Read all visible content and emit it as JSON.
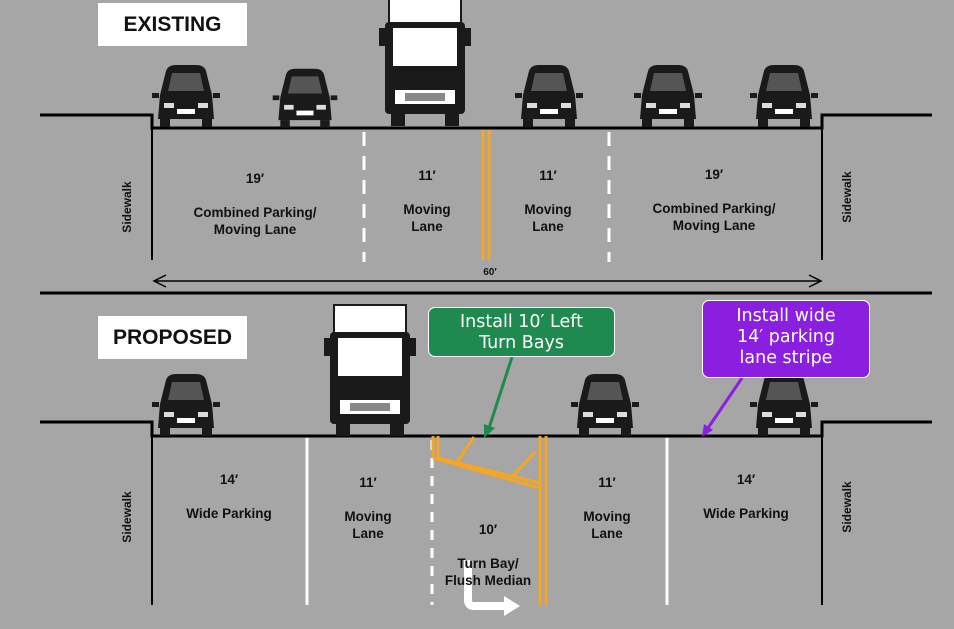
{
  "existing": {
    "title": "EXISTING",
    "sidewalk_left": "Sidewalk",
    "sidewalk_right": "Sidewalk",
    "lanes": [
      {
        "width": "19′",
        "name": "Combined Parking/\nMoving Lane"
      },
      {
        "width": "11′",
        "name": "Moving\nLane"
      },
      {
        "width": "11′",
        "name": "Moving\nLane"
      },
      {
        "width": "19′",
        "name": "Combined Parking/\nMoving Lane"
      }
    ],
    "total_width": "60′"
  },
  "proposed": {
    "title": "PROPOSED",
    "sidewalk_left": "Sidewalk",
    "sidewalk_right": "Sidewalk",
    "lanes": [
      {
        "width": "14′",
        "name": "Wide Parking"
      },
      {
        "width": "11′",
        "name": "Moving\nLane"
      },
      {
        "width": "10′",
        "name": "Turn Bay/\nFlush Median"
      },
      {
        "width": "11′",
        "name": "Moving\nLane"
      },
      {
        "width": "14′",
        "name": "Wide Parking"
      }
    ]
  },
  "callouts": [
    {
      "text": "Install 10′ Left\nTurn Bays",
      "color": "#1e8a4f"
    },
    {
      "text": "Install wide\n14′ parking\nlane stripe",
      "color": "#8a1fe0"
    }
  ],
  "colors": {
    "background": "#a6a6a6",
    "median": "#f5a623",
    "vehicle": "#1a1a1a"
  }
}
